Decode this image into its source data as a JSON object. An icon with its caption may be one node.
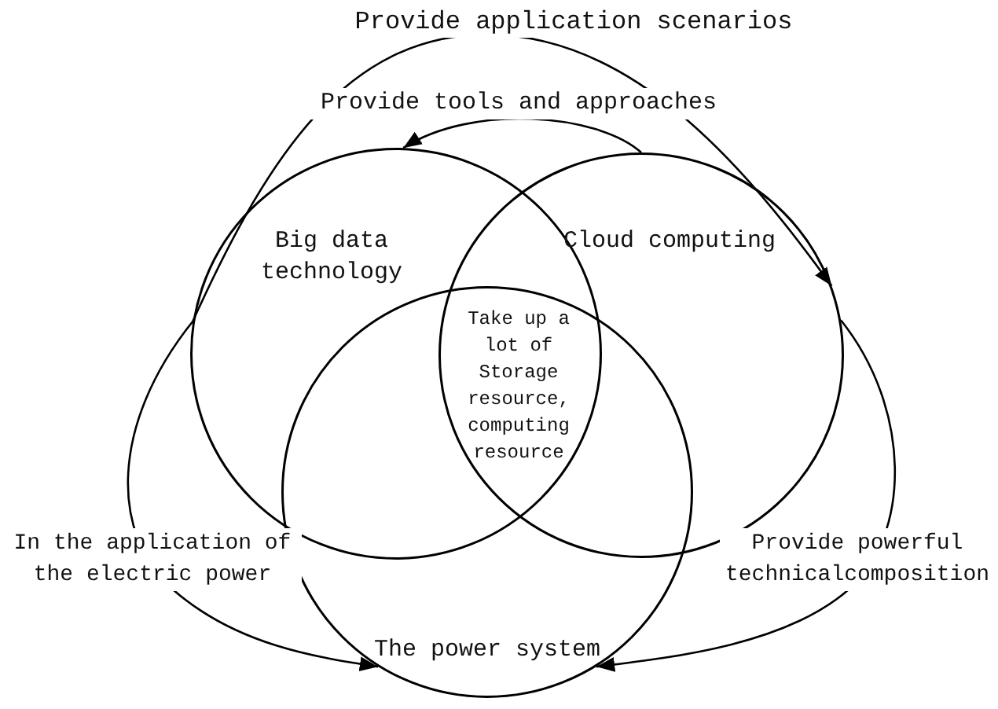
{
  "diagram": {
    "nodes": [
      {
        "text": [
          "Big data technology"
        ]
      },
      {
        "text": [
          "Cloud computing"
        ]
      },
      {
        "text": [
          "The power system"
        ]
      }
    ],
    "edges": [
      {
        "from": 0,
        "to": 1,
        "arrow": "to",
        "label": "Provide application scenarios"
      },
      {
        "from": 1,
        "to": 0,
        "arrow": "to",
        "label": "Provide tools and approaches"
      },
      {
        "from": 0,
        "to": 2,
        "arrow": "to",
        "label": "In the application of the electric power"
      },
      {
        "from": 1,
        "to": 2,
        "arrow": "to",
        "label": "Provide powerful technicalcomposition"
      }
    ],
    "labels": [
      "Take up a lot of Storage resource, computing resource"
    ]
  }
}
